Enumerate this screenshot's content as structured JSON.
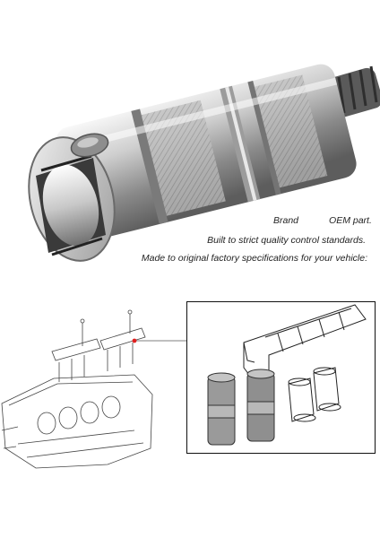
{
  "caption": {
    "brand_label": "Brand",
    "oem_label": "OEM part.",
    "line_quality": "Built to strict quality control standards.",
    "line_spec": "Made to original factory specifications for your vehicle:"
  },
  "colors": {
    "metal_light": "#e6e6e6",
    "metal_mid": "#b3b3b3",
    "metal_dark": "#6f6f6f",
    "callout_marker": "#e02020",
    "outline": "#111111"
  }
}
